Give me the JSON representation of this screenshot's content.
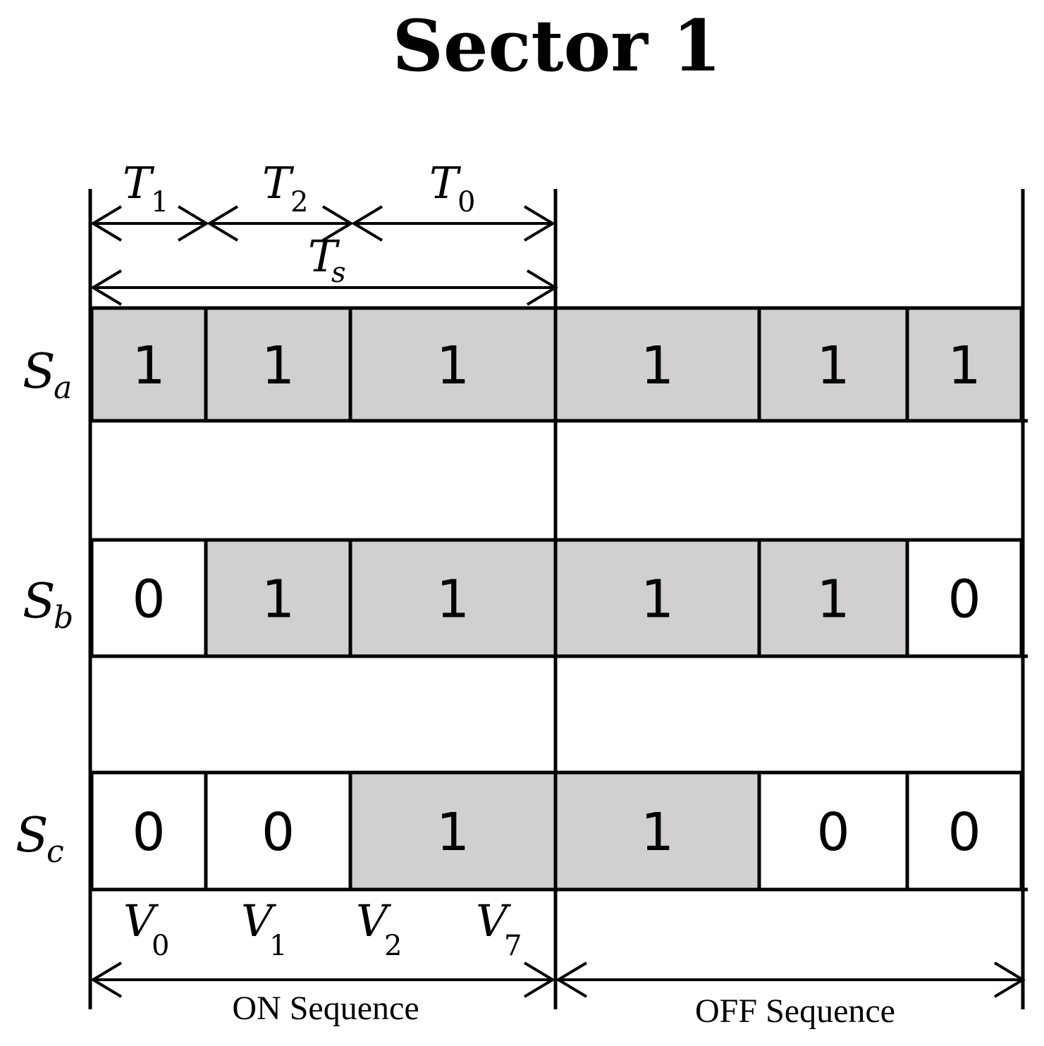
{
  "title": "Sector 1",
  "colors": {
    "on": "#d1cfcf",
    "off": "#ffffff",
    "line": "#000000"
  },
  "durations": [
    {
      "sym": "T",
      "sub": "1"
    },
    {
      "sym": "T",
      "sub": "2"
    },
    {
      "sym": "T",
      "sub": "0"
    }
  ],
  "period": {
    "sym": "T",
    "sub": "s"
  },
  "rows": [
    {
      "sym": "S",
      "sub": "a",
      "values": [
        "1",
        "1",
        "1",
        "1",
        "1",
        "1"
      ]
    },
    {
      "sym": "S",
      "sub": "b",
      "values": [
        "0",
        "1",
        "1",
        "1",
        "1",
        "0"
      ]
    },
    {
      "sym": "S",
      "sub": "c",
      "values": [
        "0",
        "0",
        "1",
        "1",
        "0",
        "0"
      ]
    }
  ],
  "vectors": [
    {
      "sym": "V",
      "sub": "0"
    },
    {
      "sym": "V",
      "sub": "1"
    },
    {
      "sym": "V",
      "sub": "2"
    },
    {
      "sym": "V",
      "sub": "7"
    }
  ],
  "sequences": {
    "on": "ON Sequence",
    "off": "OFF Sequence"
  }
}
